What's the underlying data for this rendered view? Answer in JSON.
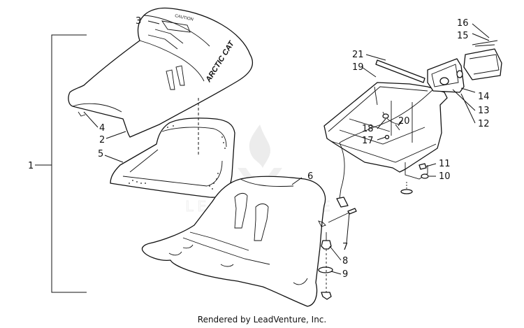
{
  "diagram": {
    "callouts": {
      "c1": "1",
      "c2": "2",
      "c3": "3",
      "c4": "4",
      "c5": "5",
      "c6": "6",
      "c7": "7",
      "c8": "8",
      "c9": "9",
      "c10": "10",
      "c11": "11",
      "c12": "12",
      "c13": "13",
      "c14": "14",
      "c15": "15",
      "c16": "16",
      "c17": "17",
      "c18": "18",
      "c19": "19",
      "c20": "20",
      "c21": "21"
    },
    "seat_cover_text": {
      "brand": "ARCTIC CAT",
      "caution": "CAUTION"
    },
    "watermark_text": "LEADVENTURE"
  },
  "footer": {
    "text": "Rendered by LeadVenture, Inc."
  },
  "colors": {
    "line": "#111111",
    "watermark": "#c8c8c8",
    "background": "#ffffff"
  }
}
